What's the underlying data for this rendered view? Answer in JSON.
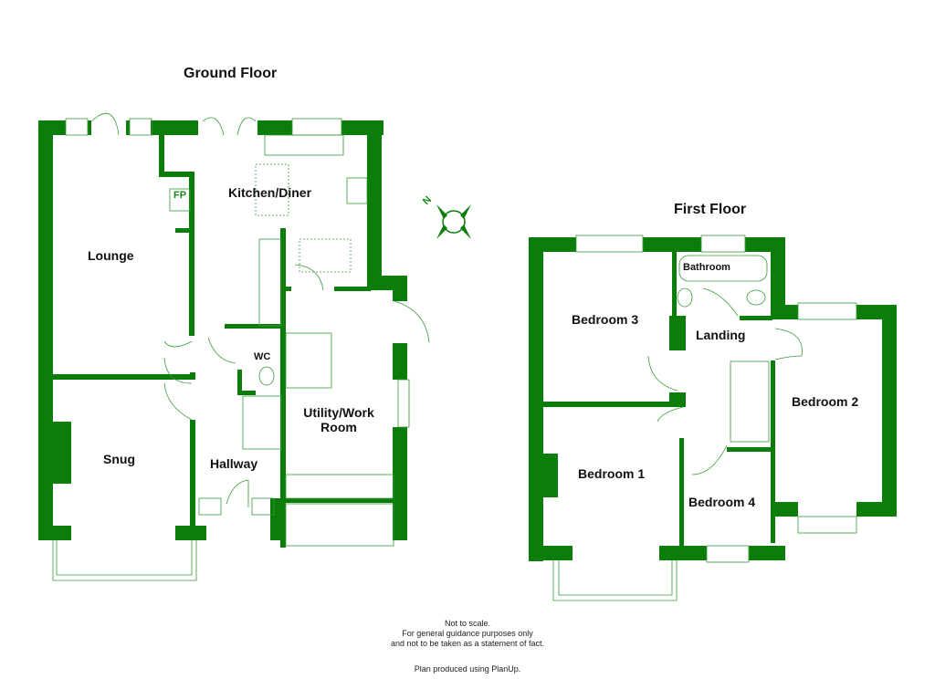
{
  "ground_floor": {
    "title": "Ground Floor",
    "rooms": {
      "lounge": "Lounge",
      "kitchen": "Kitchen/Diner",
      "fireplace": "FP",
      "wc": "WC",
      "utility_line1": "Utility/Work",
      "utility_line2": "Room",
      "snug": "Snug",
      "hallway": "Hallway"
    }
  },
  "first_floor": {
    "title": "First Floor",
    "rooms": {
      "bathroom": "Bathroom",
      "bedroom3": "Bedroom 3",
      "landing": "Landing",
      "bedroom2": "Bedroom 2",
      "bedroom1": "Bedroom 1",
      "bedroom4": "Bedroom 4"
    }
  },
  "compass": {
    "label": "N"
  },
  "colors": {
    "wall": "#0a7d0a",
    "line": "#3a9a3a"
  },
  "footer": {
    "line1": "Not to scale.",
    "line2": "For general guidance purposes only",
    "line3": "and not to be taken as a statement of fact.",
    "credit": "Plan produced using PlanUp."
  }
}
